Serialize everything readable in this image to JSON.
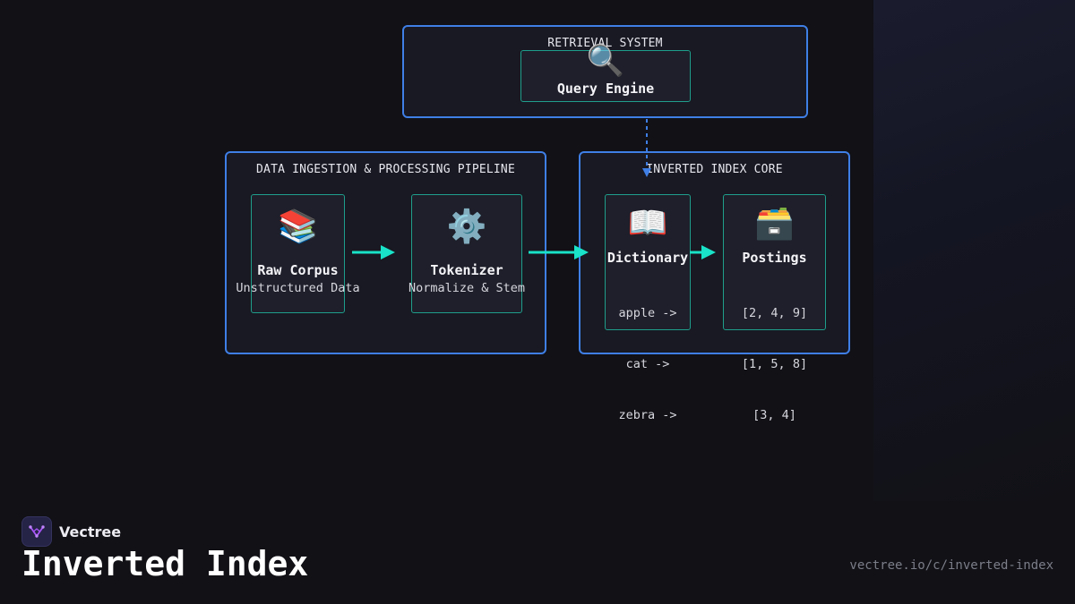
{
  "diagram": {
    "retrieval": {
      "title": "RETRIEVAL SYSTEM",
      "query_engine": {
        "icon": "magnifying-glass-icon",
        "glyph": "🔍",
        "title": "Query Engine"
      }
    },
    "pipeline": {
      "title": "DATA INGESTION & PROCESSING PIPELINE",
      "raw_corpus": {
        "icon": "books-icon",
        "glyph": "📚",
        "title": "Raw Corpus",
        "subtitle": "Unstructured Data"
      },
      "tokenizer": {
        "icon": "gear-icon",
        "glyph": "⚙️",
        "title": "Tokenizer",
        "subtitle": "Normalize & Stem"
      }
    },
    "index_core": {
      "title": "INVERTED INDEX CORE",
      "dictionary": {
        "icon": "open-book-icon",
        "glyph": "📖",
        "title": "Dictionary",
        "entries": [
          "apple ->",
          "cat ->",
          "zebra ->"
        ]
      },
      "postings": {
        "icon": "card-file-box-icon",
        "glyph": "🗃️",
        "title": "Postings",
        "entries": [
          "[2, 4, 9]",
          "[1, 5, 8]",
          "[3, 4]"
        ]
      }
    }
  },
  "footer": {
    "brand": "Vectree",
    "title": "Inverted Index",
    "url": "vectree.io/c/inverted-index"
  },
  "colors": {
    "background": "#111116",
    "group_border": "#3f7fe6",
    "node_border": "#1f9e8c",
    "arrow": "#19e3c8",
    "query_link": "#3f7fe6",
    "logo_accent": "#a855f7"
  }
}
